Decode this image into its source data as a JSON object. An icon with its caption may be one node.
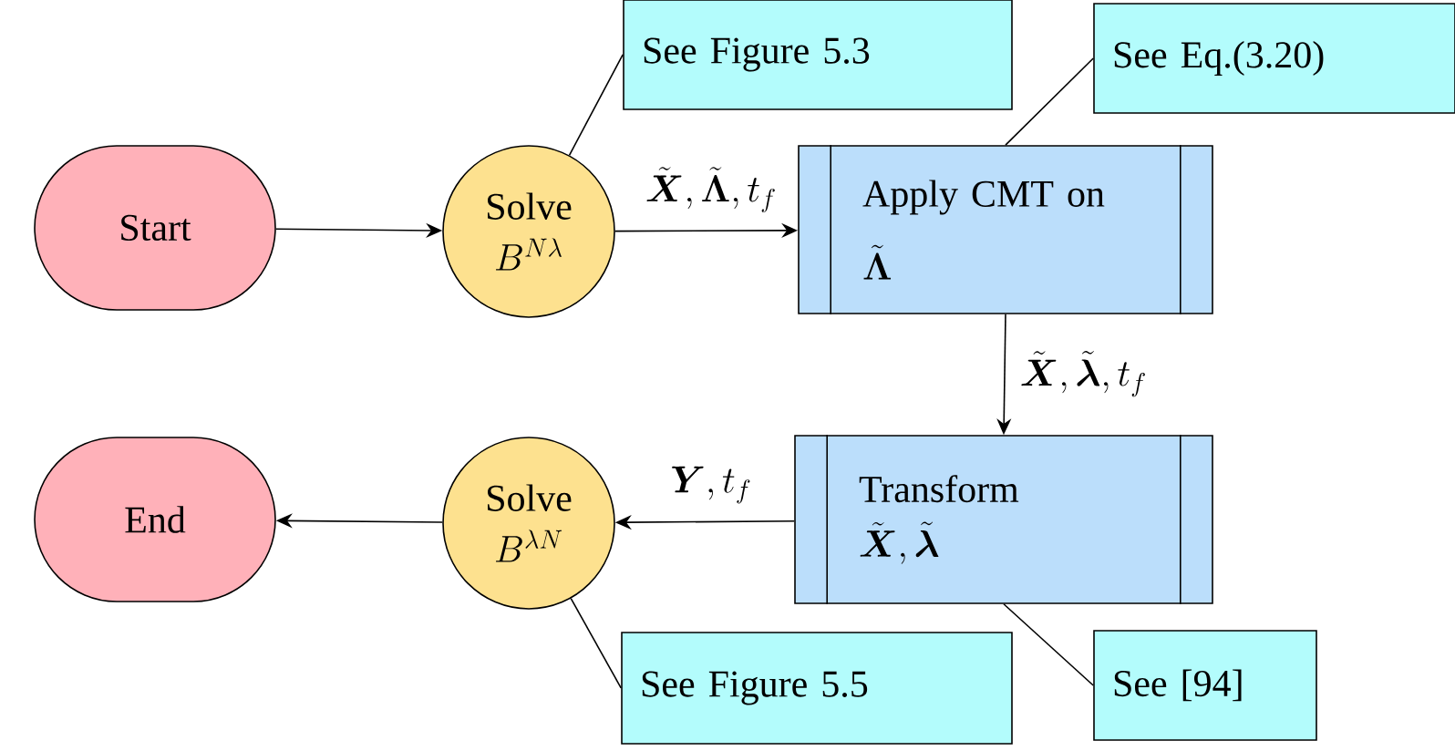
{
  "diagram": {
    "nodes": [
      {
        "text": [
          "See Figure 5.3"
        ]
      },
      {
        "text": [
          "See Eq.(3.20)"
        ]
      },
      {
        "text": [
          "Start"
        ]
      },
      {
        "text": [
          "Solve",
          "B^{N\\lambda}"
        ]
      },
      {
        "text": [
          "Apply CMT on",
          "\\tilde{\\boldsymbol{\\Lambda}}"
        ]
      },
      {
        "text": [
          "Transform",
          "\\tilde{\\boldsymbol{X}}, \\tilde{\\boldsymbol{\\lambda}}"
        ]
      },
      {
        "text": [
          "End"
        ]
      },
      {
        "text": [
          "Solve",
          "B^{\\lambda N}"
        ]
      },
      {
        "text": [
          "See Figure 5.5"
        ]
      },
      {
        "text": [
          "See [94]"
        ]
      }
    ],
    "edges": [
      {
        "from": 2,
        "to": 3,
        "arrow": "to"
      },
      {
        "from": 3,
        "to": 4,
        "arrow": "to",
        "label": "\\tilde{\\boldsymbol{X}}, \\tilde{\\boldsymbol{\\Lambda}}, t_f"
      },
      {
        "from": 4,
        "to": 5,
        "arrow": "to",
        "label": "\\tilde{\\boldsymbol{X}}, \\tilde{\\boldsymbol{\\lambda}}, t_f"
      },
      {
        "from": 5,
        "to": 7,
        "arrow": "to",
        "label": "\\boldsymbol{Y}, t_f"
      },
      {
        "from": 7,
        "to": 6,
        "arrow": "to"
      },
      {
        "from": 0,
        "to": 3,
        "arrow": "none"
      },
      {
        "from": 1,
        "to": 4,
        "arrow": "none"
      },
      {
        "from": 8,
        "to": 7,
        "arrow": "none"
      },
      {
        "from": 9,
        "to": 5,
        "arrow": "none"
      }
    ]
  }
}
